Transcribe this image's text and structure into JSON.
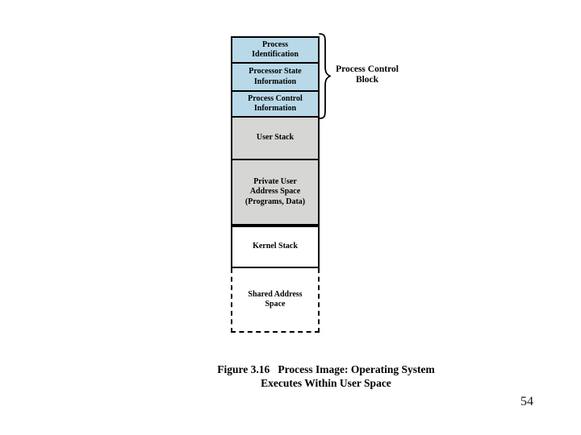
{
  "slide": {
    "page_number": "54"
  },
  "diagram": {
    "stack": {
      "sections": [
        {
          "name": "process-identification",
          "label": "Process\nIdentification",
          "fill": "#b9d9e8"
        },
        {
          "name": "processor-state-information",
          "label": "Processor State\nInformation",
          "fill": "#b9d9e8"
        },
        {
          "name": "process-control-information",
          "label": "Process Control\nInformation",
          "fill": "#b9d9e8"
        },
        {
          "name": "user-stack",
          "label": "User Stack",
          "fill": "#d6d6d4"
        },
        {
          "name": "private-user-address-space",
          "label": "Private User\nAddress Space\n(Programs, Data)",
          "fill": "#d6d6d4"
        },
        {
          "name": "kernel-stack",
          "label": "Kernel Stack",
          "fill": "#ffffff"
        },
        {
          "name": "shared-address-space",
          "label": "Shared Address\nSpace",
          "fill": "#ffffff"
        }
      ]
    },
    "brace_label": "Process Control\nBlock",
    "caption": {
      "line1": "Figure 3.16   Process Image: Operating System",
      "line2": "Executes Within User Space"
    },
    "colors": {
      "pcb_fill": "#b9d9e8",
      "user_space_fill": "#d6d6d4",
      "kernel_fill": "#ffffff",
      "border": "#000000"
    }
  }
}
